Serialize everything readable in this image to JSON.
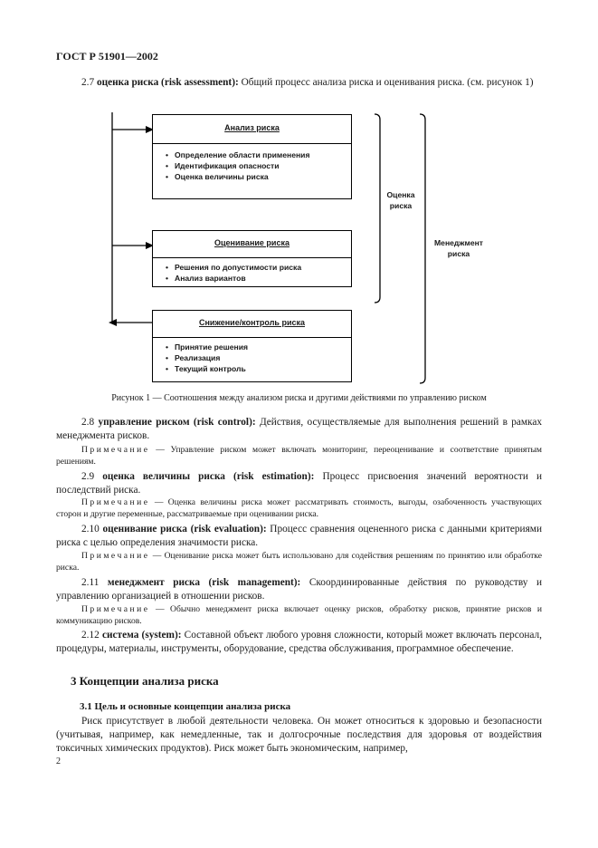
{
  "header": "ГОСТ Р 51901—2002",
  "intro": {
    "num": "2.7",
    "term": "оценка риска (risk assessment):",
    "text": "Общий процесс анализа риска и оценивания риска. (см. рисунок 1)"
  },
  "diagram": {
    "box1": {
      "title": "Анализ риска",
      "items": [
        "Определение области применения",
        "Идентификация опасности",
        "Оценка величины риска"
      ]
    },
    "box2": {
      "title": "Оценивание риска",
      "items": [
        "Решения по допустимости риска",
        "Анализ вариантов"
      ]
    },
    "box3": {
      "title": "Снижение/контроль риска",
      "items": [
        "Принятие решения",
        "Реализация",
        "Текущий контроль"
      ]
    },
    "label_assessment": "Оценка риска",
    "label_management": "Менеджмент риска"
  },
  "caption": "Рисунок 1 — Соотношения между анализом риска и другими действиями по управлению риском",
  "sections": {
    "s28": {
      "num": "2.8",
      "term": "управление риском (risk control):",
      "text": "Действия, осуществляемые для выполнения решений в рамках менеджмента рисков."
    },
    "n28": {
      "label": "Примечание",
      "text": "— Управление риском может включать мониторинг, переоценивание и соответствие принятым решениям."
    },
    "s29": {
      "num": "2.9",
      "term": "оценка величины риска (risk estimation):",
      "text": "Процесс присвоения значений вероятности и последствий риска."
    },
    "n29": {
      "label": "Примечание",
      "text": "— Оценка величины риска может рассматривать стоимость, выгоды, озабоченность участвующих сторон и другие переменные, рассматриваемые при оценивании риска."
    },
    "s210": {
      "num": "2.10",
      "term": "оценивание риска (risk evaluation):",
      "text": "Процесс сравнения оцененного риска с данными критериями риска с целью определения значимости риска."
    },
    "n210": {
      "label": "Примечание",
      "text": "— Оценивание риска может быть использовано для содействия решениям по принятию или обработке риска."
    },
    "s211": {
      "num": "2.11",
      "term": "менеджмент риска (risk management):",
      "text": "Скоординированные действия по руководству и управлению организацией в отношении рисков."
    },
    "n211": {
      "label": "Примечание",
      "text": "— Обычно менеджмент риска включает оценку рисков, обработку рисков, принятие рисков и коммуникацию рисков."
    },
    "s212": {
      "num": "2.12",
      "term": "система (system):",
      "text": "Составной объект любого уровня сложности, который может включать персонал, процедуры, материалы, инструменты, оборудование, средства обслуживания, программное обеспечение."
    }
  },
  "section3": {
    "title": "3 Концепции анализа риска"
  },
  "section31": {
    "title": "3.1 Цель и основные концепции анализа риска",
    "text": "Риск присутствует в любой деятельности человека. Он может относиться к здоровью и безопасности (учитывая, например, как немедленные, так и долгосрочные последствия для здоровья от воздействия токсичных химических продуктов). Риск может быть экономическим, например,"
  },
  "page_number": "2"
}
